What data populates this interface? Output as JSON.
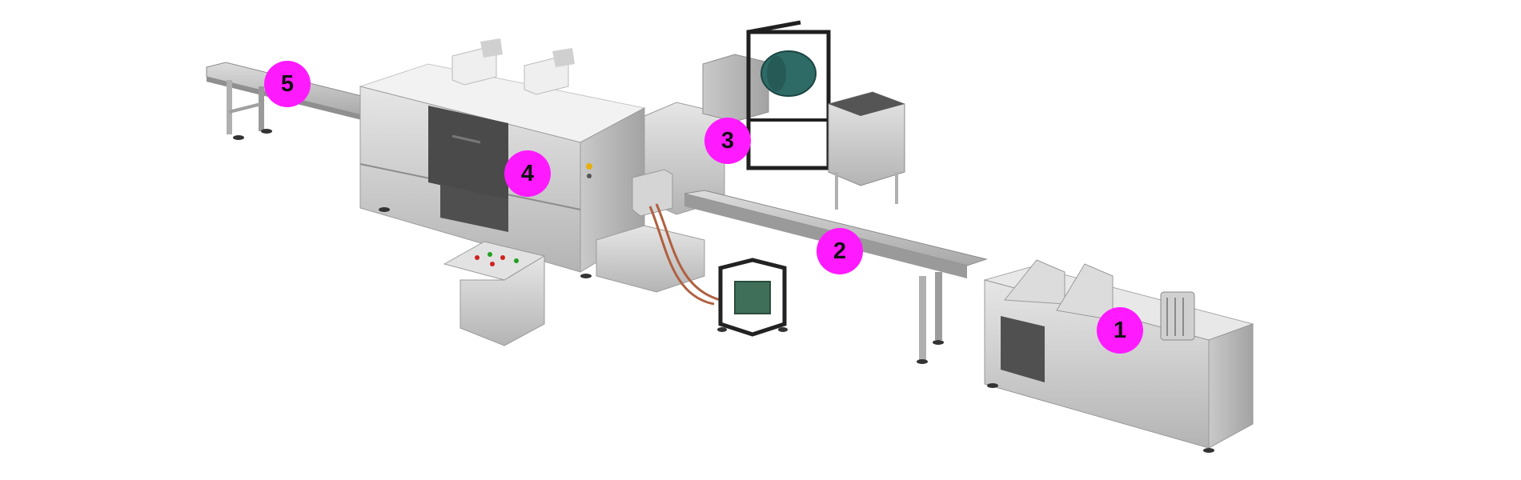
{
  "diagram": {
    "subject": "production line",
    "marker_color": "#ff1aff",
    "markers": [
      {
        "id": "m1",
        "label": "1"
      },
      {
        "id": "m2",
        "label": "2"
      },
      {
        "id": "m3",
        "label": "3"
      },
      {
        "id": "m4",
        "label": "4"
      },
      {
        "id": "m5",
        "label": "5"
      }
    ]
  }
}
